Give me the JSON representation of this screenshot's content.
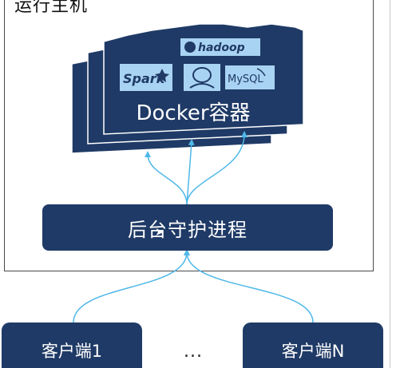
{
  "host_title": "运行主机",
  "docker": {
    "label": "Docker容器",
    "logos": [
      "Spark",
      "hadoop",
      "MySQL"
    ]
  },
  "daemon_label": "后台守护进程",
  "clients": [
    "客户端1",
    "客户端N"
  ],
  "ellipsis": "...",
  "colors": {
    "box_fill": "#1f3a66",
    "container_stroke": "#ffffff",
    "arrow": "#4fb8e8",
    "logo_bg": "#a9d3f2"
  }
}
